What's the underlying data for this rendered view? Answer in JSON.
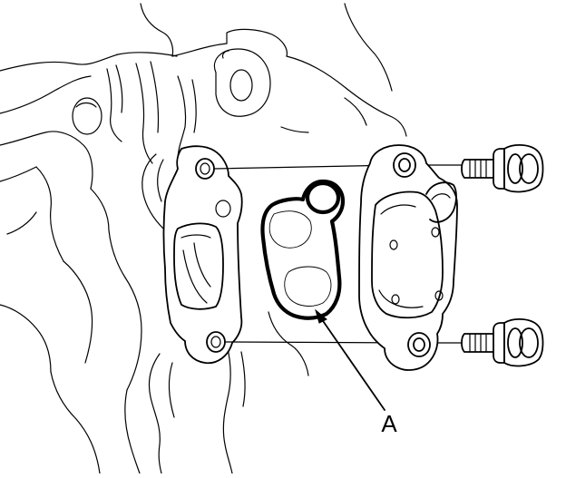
{
  "diagram": {
    "callouts": [
      {
        "id": "A",
        "label": "A",
        "target": "gasket"
      }
    ],
    "parts": [
      "engine-block",
      "water-passage-flange",
      "gasket",
      "cover-plate",
      "flange-bolt-upper",
      "flange-bolt-lower"
    ],
    "colors": {
      "line": "#000000",
      "background": "#ffffff"
    }
  }
}
